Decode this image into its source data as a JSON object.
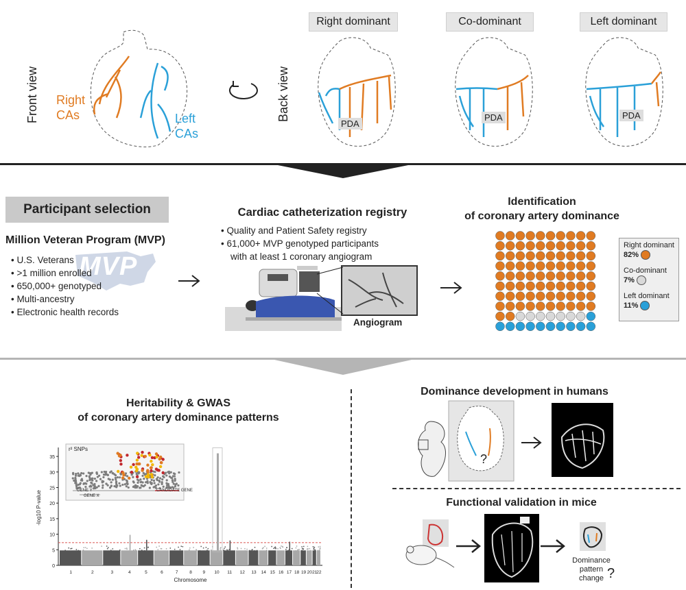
{
  "top": {
    "front_view_label": "Front view",
    "back_view_label": "Back view",
    "right_cas": [
      "Right",
      "CAs"
    ],
    "left_cas": [
      "Left",
      "CAs"
    ],
    "pda_label": "PDA",
    "dominance_types": [
      "Right dominant",
      "Co-dominant",
      "Left dominant"
    ]
  },
  "middle": {
    "participant_selection_title": "Participant selection",
    "mvp_title": "Million Veteran Program (MVP)",
    "mvp_watermark": "MVP",
    "mvp_bullets": [
      "U.S. Veterans",
      ">1 million enrolled",
      "650,000+ genotyped",
      "Multi-ancestry",
      "Electronic health records"
    ],
    "registry_title": "Cardiac catheterization registry",
    "registry_bullets": [
      "Quality and Patient Safety registry",
      "61,000+ MVP genotyped participants",
      "with at least 1 coronary angiogram"
    ],
    "angiogram_label": "Angiogram",
    "identification_title": [
      "Identification",
      "of coronary artery dominance"
    ],
    "legend": [
      {
        "label": "Right dominant",
        "pct": "82%",
        "color": "#e07b22"
      },
      {
        "label": "Co-dominant",
        "pct": "7%",
        "color": "#d9d9d9"
      },
      {
        "label": "Left dominant",
        "pct": "11%",
        "color": "#2aa0d8"
      }
    ]
  },
  "bottom": {
    "gwas_title": [
      "Heritability & GWAS",
      "of coronary artery dominance patterns"
    ],
    "development_title": "Dominance development in humans",
    "validation_title": "Functional validation in mice",
    "question_mark": "?",
    "dominance_change": [
      "Dominance",
      "pattern",
      "change"
    ],
    "inset_gene_labels": [
      "GENE Y",
      "GENE X",
      "CANDIDATE GENE"
    ],
    "inset_legend": "r² SNPs"
  },
  "chart_data": {
    "type": "scatter",
    "title": "",
    "xlabel": "Chromosome",
    "ylabel": "-log10 P-value",
    "ylim": [
      0,
      37
    ],
    "yticks": [
      0,
      5,
      10,
      15,
      20,
      25,
      30,
      35
    ],
    "categories": [
      "1",
      "2",
      "3",
      "4",
      "5",
      "6",
      "7",
      "8",
      "9",
      "10",
      "11",
      "12",
      "13",
      "14",
      "15",
      "16",
      "17",
      "18",
      "19",
      "20",
      "21",
      "22"
    ],
    "significance_threshold": 7.3,
    "peaks": [
      {
        "chromosome": "4",
        "max_value": 9.8
      },
      {
        "chromosome": "5",
        "max_value": 8.2
      },
      {
        "chromosome": "10",
        "max_value": 36
      },
      {
        "chromosome": "11",
        "max_value": 8.0
      },
      {
        "chromosome": "17",
        "max_value": 7.6
      }
    ],
    "colors": {
      "odd": "#555555",
      "even": "#a8a8a8",
      "threshold": "#d9534f"
    }
  }
}
